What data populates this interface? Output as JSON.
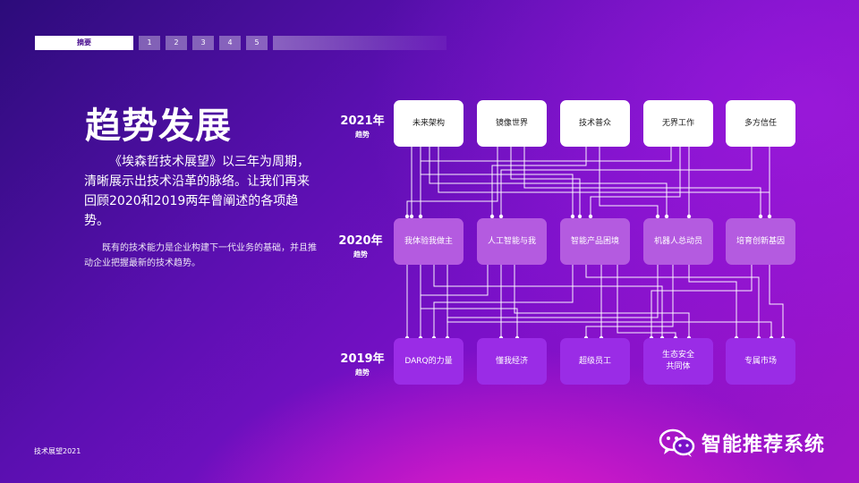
{
  "nav": {
    "active_label": "摘要",
    "pages": [
      "1",
      "2",
      "3",
      "4",
      "5"
    ]
  },
  "title": "趋势发展",
  "paragraph_main": "《埃森哲技术展望》以三年为周期，清晰展示出技术沿革的脉络。让我们再来回顾2020和2019两年曾阐述的各项趋势。",
  "paragraph_sub": "既有的技术能力是企业构建下一代业务的基础，并且推动企业把握最新的技术趋势。",
  "footer": "技术展望2021",
  "watermark": {
    "brand": "智能推荐系统",
    "icon": "wechat-icon"
  },
  "diagram": {
    "rows": [
      {
        "year": "2021年",
        "suffix": "趋势",
        "items": [
          "未来架构",
          "镜像世界",
          "技术普众",
          "无界工作",
          "多方信任"
        ]
      },
      {
        "year": "2020年",
        "suffix": "趋势",
        "items": [
          "我体验我做主",
          "人工智能与我",
          "智能产品困境",
          "机器人总动员",
          "培育创新基因"
        ]
      },
      {
        "year": "2019年",
        "suffix": "趋势",
        "items": [
          "DARQ的力量",
          "懂我经济",
          "超级员工",
          "生态安全\n共同体",
          "专属市场"
        ]
      }
    ]
  },
  "colors": {
    "row_2021_box": "#ffffff",
    "row_2020_box": "#b45be0",
    "row_2019_box": "#9a2ce6",
    "connector": "#ffffff"
  }
}
